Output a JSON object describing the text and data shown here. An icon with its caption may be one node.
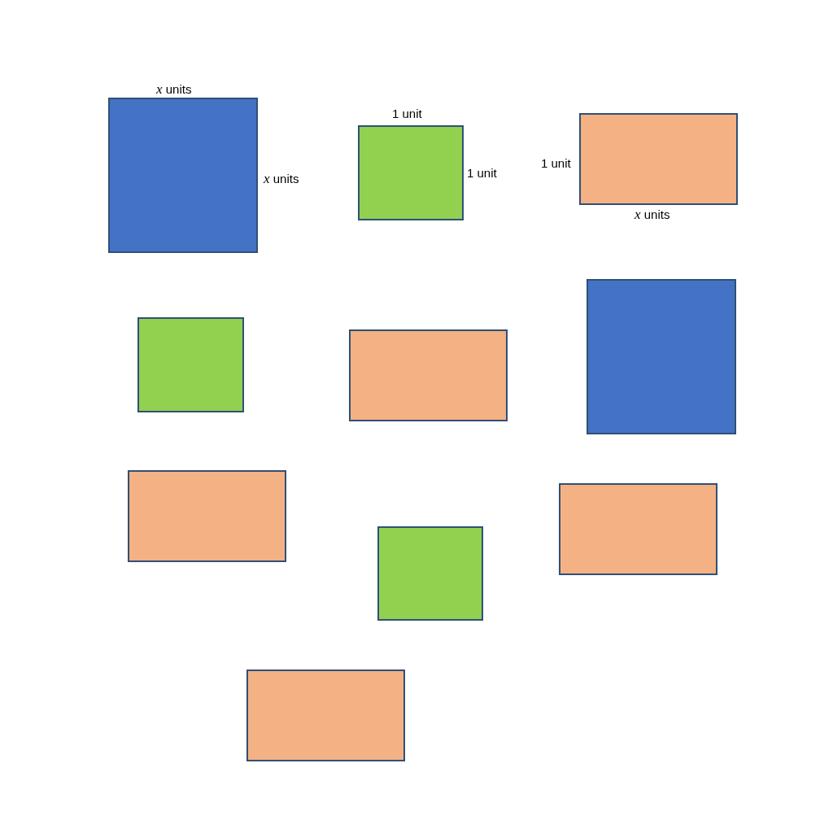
{
  "diagram": {
    "nodes": [
      {
        "text": [],
        "shape": "box"
      },
      {
        "text": [],
        "shape": "box"
      },
      {
        "text": [],
        "shape": "box"
      },
      {
        "text": [],
        "shape": "box"
      },
      {
        "text": [],
        "shape": "box"
      },
      {
        "text": [],
        "shape": "box"
      },
      {
        "text": [],
        "shape": "box"
      },
      {
        "text": [],
        "shape": "box"
      },
      {
        "text": [],
        "shape": "box"
      },
      {
        "text": [],
        "shape": "box"
      }
    ],
    "edges": [],
    "labels": [
      "*x* units",
      "1 unit",
      "1 unit",
      "1 unit",
      "*x* units",
      "*x* units"
    ]
  }
}
